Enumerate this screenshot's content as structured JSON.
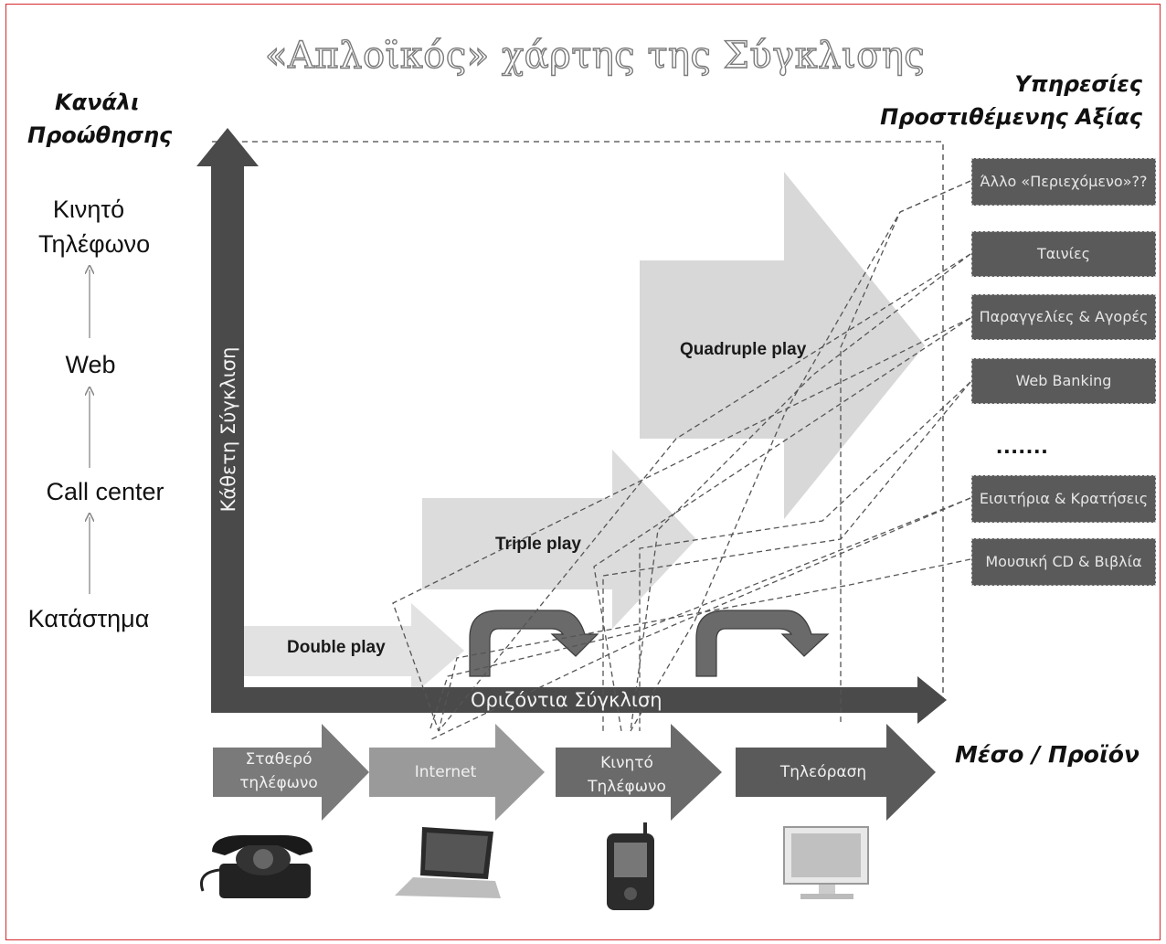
{
  "title": "«Απλοϊκός» χάρτης της Σύγκλισης",
  "left_heading": [
    "Κανάλι",
    "Προώθησης"
  ],
  "channels": [
    "Κινητό Τηλέφωνο",
    "Web",
    "Call center",
    "Κατάστημα"
  ],
  "right_heading": [
    "Υπηρεσίες",
    "Προστιθέμενης Αξίας"
  ],
  "services": [
    "Άλλο «Περιεχόμενο»??",
    "Ταινίες",
    "Παραγγελίες & Αγορές",
    "Web Banking",
    "Εισιτήρια & Κρατήσεις",
    "Μουσική CD & Βιβλία"
  ],
  "services_ellipsis": ".......",
  "plays": [
    "Double play",
    "Triple play",
    "Quadruple play"
  ],
  "axis_vertical": "Κάθετη Σύγκλιση",
  "axis_horizontal": "Οριζόντια Σύγκλιση",
  "products": [
    "Σταθερό τηλέφωνο",
    "Internet",
    "Κινητό Τηλέφωνο",
    "Τηλεόραση"
  ],
  "products_heading": "Μέσο / Προϊόν",
  "colors": {
    "frame": "#d8282d",
    "axis": "#4a4a4a",
    "service_box": "#5a5a5a",
    "play_arrow": "#dcdcdc"
  }
}
